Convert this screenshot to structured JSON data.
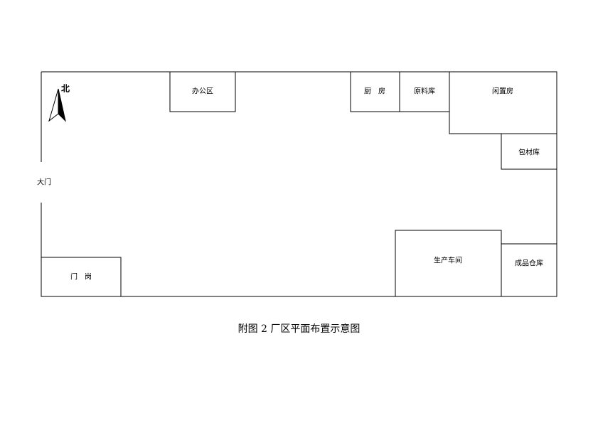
{
  "caption": "附图 2  厂区平面布置示意图",
  "north": "北",
  "gate": "大门",
  "rooms": {
    "office": "办公区",
    "kitchen": "厨　房",
    "raw_material": "原料库",
    "idle": "闲置房",
    "packaging": "包材库",
    "workshop": "生产车间",
    "finished_goods": "成品仓库",
    "guard": "门　岗"
  }
}
